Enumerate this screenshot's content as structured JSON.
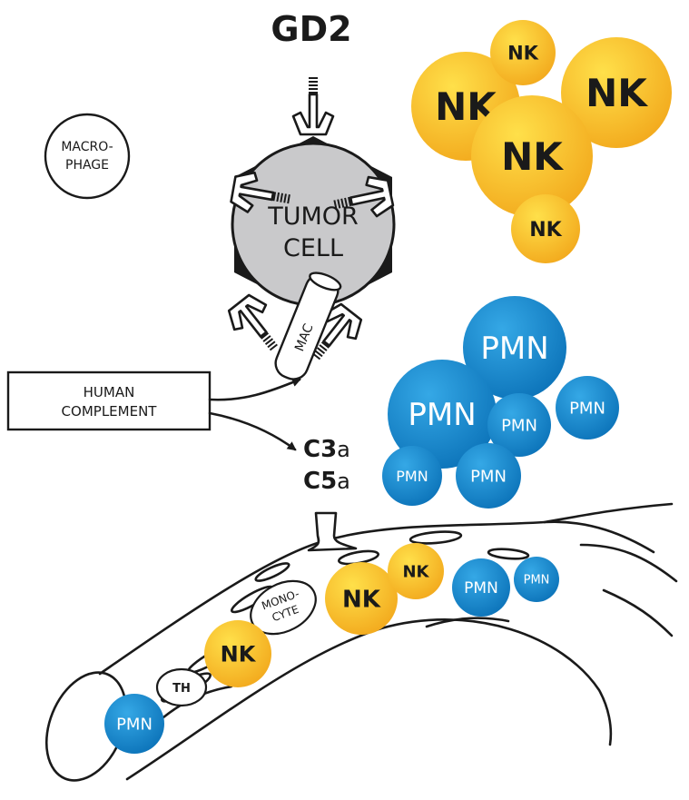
{
  "title": "GD2",
  "colors": {
    "nk_light": "#FFE04A",
    "nk_dark": "#F2A81C",
    "pmn_light": "#35A8E6",
    "pmn_dark": "#0B72B8",
    "tumor": "#C9C9CB",
    "outline": "#1A1A1A"
  },
  "labels": {
    "tumor_line1": "TUMOR",
    "tumor_line2": "CELL",
    "macrophage_line1": "MACRO-",
    "macrophage_line2": "PHAGE",
    "mac": "MAC",
    "complement_line1": "HUMAN",
    "complement_line2": "COMPLEMENT",
    "c3a_main": "C3",
    "c3a_sub": "a",
    "c5a_main": "C5",
    "c5a_sub": "a",
    "monocyte_line1": "MONO-",
    "monocyte_line2": "CYTE",
    "th": "TH",
    "nk": "NK",
    "pmn": "PMN"
  }
}
